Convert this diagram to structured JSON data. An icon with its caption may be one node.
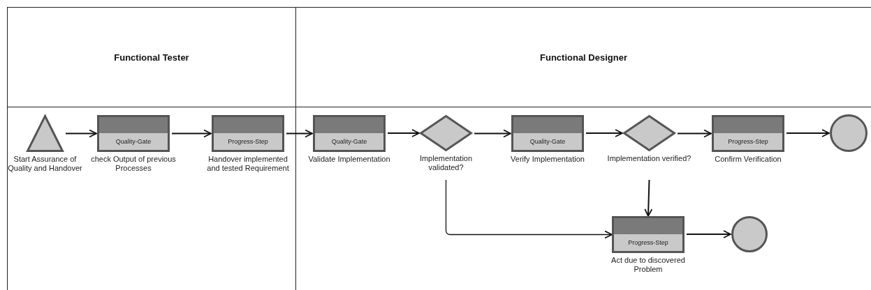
{
  "diagram": {
    "nodes": [
      {
        "text": [
          "Functional Tester"
        ]
      },
      {
        "text": [
          "Functional Designer"
        ]
      },
      {
        "text": [],
        "shape": "triangle",
        "beside": [
          "Start Assurance of Quality and Handover"
        ],
        "in": 0
      },
      {
        "text": [
          "Quality-Gate"
        ],
        "beside": [
          "check Output of previous Processes"
        ],
        "in": 0
      },
      {
        "text": [
          "Progress-Step"
        ],
        "beside": [
          "Handover implemented and tested Requirement"
        ],
        "in": 0
      },
      {
        "text": [
          "Quality-Gate"
        ],
        "beside": [
          "Validate Implementation"
        ],
        "in": 1
      },
      {
        "text": [],
        "shape": "diamond",
        "beside": [
          "Implementation validated?"
        ],
        "in": 1
      },
      {
        "text": [
          "Quality-Gate"
        ],
        "beside": [
          "Verify Implementation"
        ],
        "in": 1
      },
      {
        "text": [],
        "shape": "diamond",
        "beside": [
          "Implementation verified?"
        ],
        "in": 1
      },
      {
        "text": [
          "Progress-Step"
        ],
        "beside": [
          "Confirm Verification"
        ],
        "in": 1
      },
      {
        "text": [],
        "shape": "circle",
        "in": 1
      },
      {
        "text": [
          "Progress-Step"
        ],
        "beside": [
          "Act due to discovered Problem"
        ],
        "in": 1
      },
      {
        "text": [],
        "shape": "circle",
        "in": 1
      }
    ],
    "edges": [
      {
        "from": 2,
        "to": 3,
        "arrow": "to"
      },
      {
        "from": 3,
        "to": 4,
        "arrow": "to"
      },
      {
        "from": 4,
        "to": 5,
        "arrow": "to"
      },
      {
        "from": 5,
        "to": 6,
        "arrow": "to"
      },
      {
        "from": 6,
        "to": 7,
        "arrow": "to"
      },
      {
        "from": 7,
        "to": 8,
        "arrow": "to"
      },
      {
        "from": 8,
        "to": 9,
        "arrow": "to"
      },
      {
        "from": 9,
        "to": 10,
        "arrow": "to"
      },
      {
        "from": 8,
        "to": 11,
        "arrow": "to"
      },
      {
        "from": 6,
        "to": 11,
        "arrow": "to"
      },
      {
        "from": 11,
        "to": 12,
        "arrow": "to"
      }
    ]
  }
}
